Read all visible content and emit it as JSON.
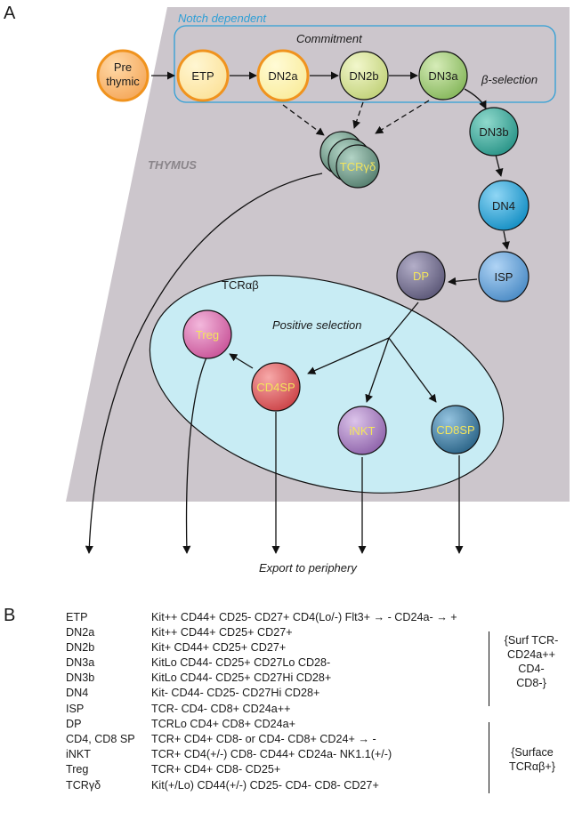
{
  "panels": {
    "a": "A",
    "b": "B"
  },
  "region_labels": {
    "notch": "Notch dependent",
    "commitment": "Commitment",
    "beta_selection": "β-selection",
    "thymus": "THYMUS",
    "tcr_ab": "TCRαβ",
    "positive_selection": "Positive selection",
    "export": "Export to periphery"
  },
  "nodes": {
    "prethymic": {
      "line1": "Pre",
      "line2": "thymic"
    },
    "etp": "ETP",
    "dn2a": "DN2a",
    "dn2b": "DN2b",
    "dn3a": "DN3a",
    "dn3b": "DN3b",
    "dn4": "DN4",
    "isp": "ISP",
    "dp": "DP",
    "tcrgd": "TCRγδ",
    "treg": "Treg",
    "cd4sp": "CD4SP",
    "inkt": "iNKT",
    "cd8sp": "CD8SP"
  },
  "colors": {
    "thymus_fill": "#ccc6cc",
    "notch_box": "#2e9fd6",
    "tcrab_fill": "#c8ecf4",
    "orange_ring": "#f0931e",
    "prethymic": "#f5a85a",
    "etp": "#fce29a",
    "dn2a": "#faec9c",
    "dn2b": "#d3df8e",
    "dn3a": "#9ec876",
    "dn3b": "#3aa99e",
    "dn4": "#1ea4d8",
    "isp": "#5f9fd6",
    "dp": "#7d7996",
    "tcrgd": "#6f9c8a",
    "treg": "#d96eab",
    "cd4sp": "#df5f63",
    "inkt": "#a981c0",
    "cd8sp": "#3f7ea4",
    "yellow_text": "#f3e55c"
  },
  "table": {
    "rows": [
      {
        "name": "ETP",
        "markers": "Kit++ CD44+  CD25-  CD27+  CD4(Lo/-)  Flt3+ → -  CD24a- → +"
      },
      {
        "name": "DN2a",
        "markers": "Kit++ CD44+  CD25+ CD27+"
      },
      {
        "name": "DN2b",
        "markers": "Kit+   CD44+  CD25+ CD27+"
      },
      {
        "name": "DN3a",
        "markers": "KitLo   CD44-   CD25+ CD27Lo  CD28-"
      },
      {
        "name": "DN3b",
        "markers": "KitLo   CD44-   CD25+ CD27Hi  CD28+"
      },
      {
        "name": "DN4",
        "markers": "Kit-    CD44-   CD25-  CD27Hi  CD28+"
      },
      {
        "name": "ISP",
        "markers": "TCR-    CD4-   CD8+   CD24a++"
      },
      {
        "name": "DP",
        "markers": "TCRLo  CD4+ CD8+   CD24a+"
      },
      {
        "name": "CD4, CD8 SP",
        "markers": "TCR+   CD4+ CD8- or CD4- CD8+   CD24+ → -"
      },
      {
        "name": "iNKT",
        "markers": "TCR+   CD4(+/-)  CD8- CD44+ CD24a- NK1.1(+/-)"
      },
      {
        "name": "Treg",
        "markers": "TCR+   CD4+ CD8- CD25+"
      },
      {
        "name": "TCRγδ",
        "markers": "Kit(+/Lo) CD44(+/-) CD25- CD4- CD8- CD27+"
      }
    ],
    "brace1": [
      "{Surf TCR-",
      "CD24a++",
      "CD4-",
      "CD8-}"
    ],
    "brace2": [
      "{Surface",
      "TCRαβ+}"
    ]
  }
}
